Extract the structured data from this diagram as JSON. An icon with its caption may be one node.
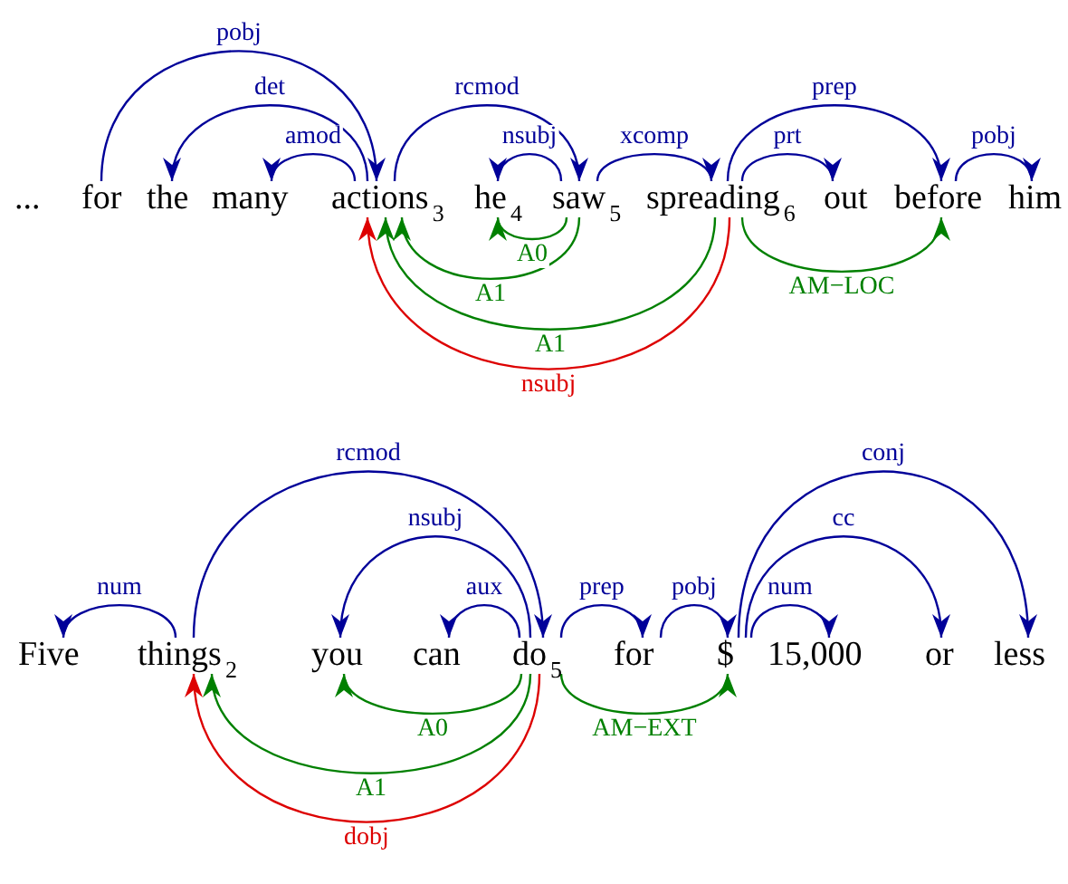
{
  "diagram": {
    "nodes": [
      {
        "text": [
          "..."
        ]
      },
      {
        "text": [
          "for"
        ]
      },
      {
        "text": [
          "the"
        ]
      },
      {
        "text": [
          "many"
        ]
      },
      {
        "text": [
          "actions$_{3}$"
        ]
      },
      {
        "text": [
          "he$_{4}$"
        ]
      },
      {
        "text": [
          "saw$_{5}$"
        ]
      },
      {
        "text": [
          "spreading$_{6}$"
        ]
      },
      {
        "text": [
          "out"
        ]
      },
      {
        "text": [
          "before"
        ]
      },
      {
        "text": [
          "him"
        ]
      },
      {
        "text": [
          "Five"
        ]
      },
      {
        "text": [
          "things$_{2}$"
        ]
      },
      {
        "text": [
          "you"
        ]
      },
      {
        "text": [
          "can"
        ]
      },
      {
        "text": [
          "do$_{5}$"
        ]
      },
      {
        "text": [
          "for"
        ]
      },
      {
        "text": [
          "$"
        ]
      },
      {
        "text": [
          "15,000"
        ]
      },
      {
        "text": [
          "or"
        ]
      },
      {
        "text": [
          "less"
        ]
      }
    ],
    "edges": [
      {
        "from": 1,
        "to": 4,
        "arrow": "to",
        "label": "pobj"
      },
      {
        "from": 4,
        "to": 2,
        "arrow": "to",
        "label": "det"
      },
      {
        "from": 4,
        "to": 3,
        "arrow": "to",
        "label": "amod"
      },
      {
        "from": 4,
        "to": 6,
        "arrow": "to",
        "label": "rcmod"
      },
      {
        "from": 6,
        "to": 5,
        "arrow": "to",
        "label": "nsubj"
      },
      {
        "from": 6,
        "to": 7,
        "arrow": "to",
        "label": "xcomp"
      },
      {
        "from": 7,
        "to": 9,
        "arrow": "to",
        "label": "prep"
      },
      {
        "from": 7,
        "to": 8,
        "arrow": "to",
        "label": "prt"
      },
      {
        "from": 9,
        "to": 10,
        "arrow": "to",
        "label": "pobj"
      },
      {
        "from": 6,
        "to": 5,
        "arrow": "to",
        "label": "A0",
        "color": "#008000"
      },
      {
        "from": 6,
        "to": 4,
        "arrow": "to",
        "label": "A1",
        "color": "#008000"
      },
      {
        "from": 7,
        "to": 4,
        "arrow": "to",
        "label": "A1",
        "color": "#008000"
      },
      {
        "from": 7,
        "to": 4,
        "arrow": "to",
        "label": "nsubj",
        "color": "#dd0000"
      },
      {
        "from": 7,
        "to": 9,
        "arrow": "to",
        "label": "AM−LOC",
        "color": "#008000"
      },
      {
        "from": 12,
        "to": 11,
        "arrow": "to",
        "label": "num"
      },
      {
        "from": 12,
        "to": 15,
        "arrow": "to",
        "label": "rcmod"
      },
      {
        "from": 15,
        "to": 13,
        "arrow": "to",
        "label": "nsubj"
      },
      {
        "from": 15,
        "to": 14,
        "arrow": "to",
        "label": "aux"
      },
      {
        "from": 15,
        "to": 16,
        "arrow": "to",
        "label": "prep"
      },
      {
        "from": 16,
        "to": 17,
        "arrow": "to",
        "label": "pobj"
      },
      {
        "from": 17,
        "to": 18,
        "arrow": "to",
        "label": "num"
      },
      {
        "from": 17,
        "to": 19,
        "arrow": "to",
        "label": "cc"
      },
      {
        "from": 17,
        "to": 20,
        "arrow": "to",
        "label": "conj"
      },
      {
        "from": 15,
        "to": 13,
        "arrow": "to",
        "label": "A0",
        "color": "#008000"
      },
      {
        "from": 15,
        "to": 12,
        "arrow": "to",
        "label": "A1",
        "color": "#008000"
      },
      {
        "from": 15,
        "to": 12,
        "arrow": "to",
        "label": "dobj",
        "color": "#dd0000"
      },
      {
        "from": 15,
        "to": 17,
        "arrow": "to",
        "label": "AM−EXT",
        "color": "#008000"
      }
    ]
  }
}
